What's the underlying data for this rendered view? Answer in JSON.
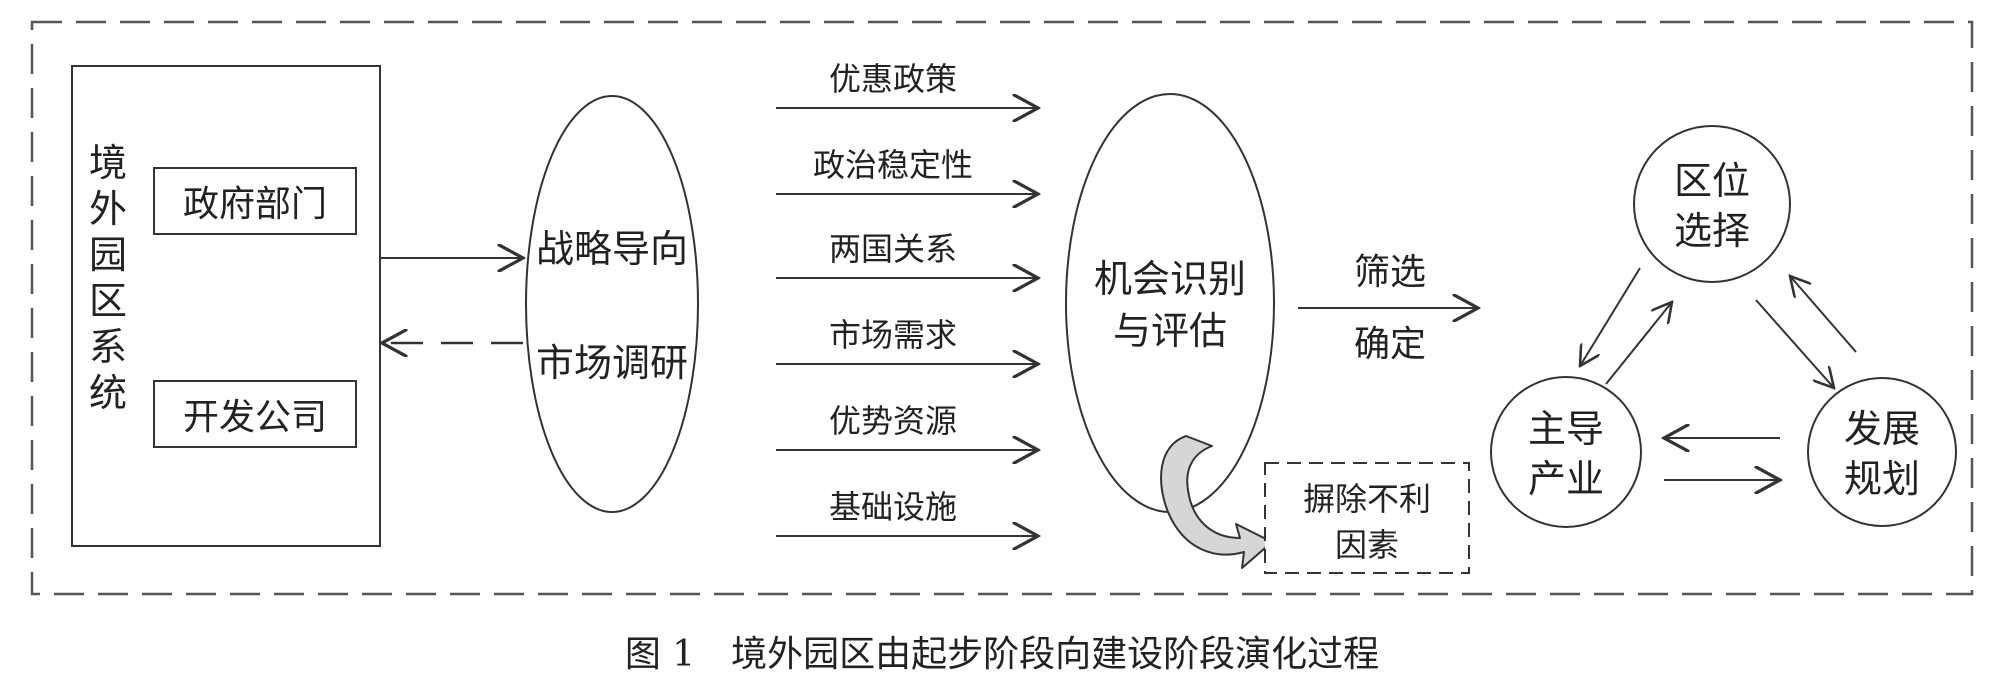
{
  "frame": {
    "system_label": "境外园区系统",
    "boxes": [
      "政府部门",
      "开发公司"
    ]
  },
  "strategy": {
    "line1": "战略导向",
    "line2": "市场调研"
  },
  "factors": [
    "优惠政策",
    "政治稳定性",
    "两国关系",
    "市场需求",
    "优势资源",
    "基础设施"
  ],
  "opportunity": {
    "line1": "机会识别",
    "line2": "与评估"
  },
  "screen": {
    "line1": "筛选",
    "line2": "确定"
  },
  "exclude": {
    "line1": "摒除不利",
    "line2": "因素"
  },
  "cycle": {
    "location": [
      "区位",
      "选择"
    ],
    "industry": [
      "主导",
      "产业"
    ],
    "planning": [
      "发展",
      "规划"
    ]
  },
  "caption": "图 1　境外园区由起步阶段向建设阶段演化过程"
}
